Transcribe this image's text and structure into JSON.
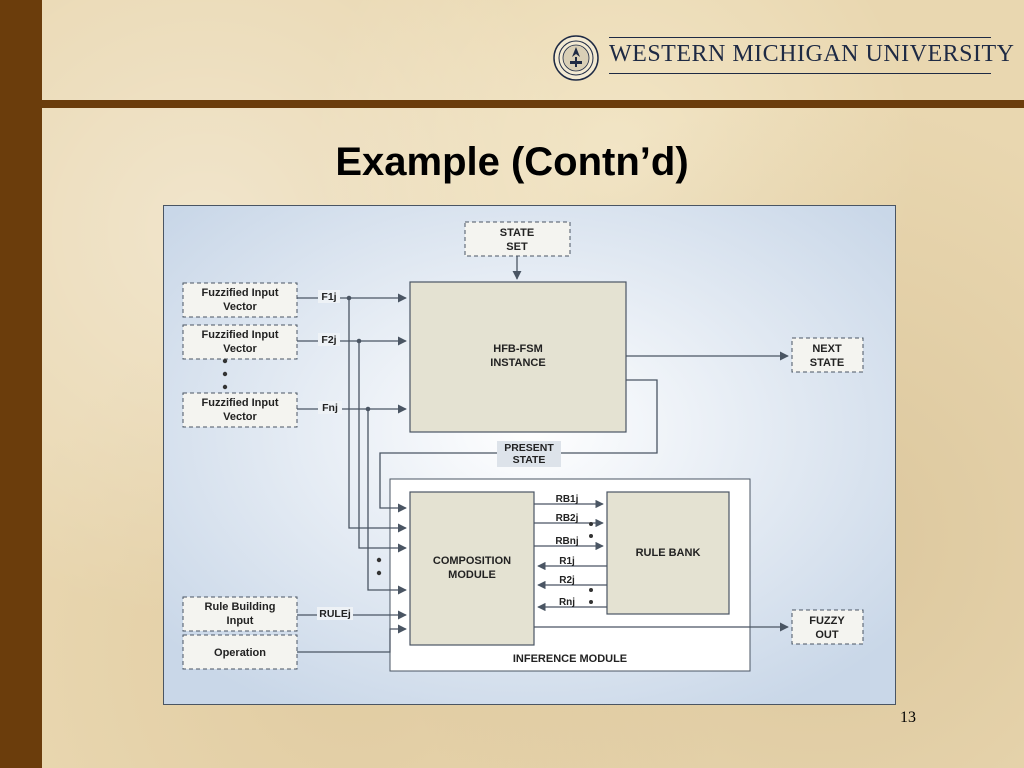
{
  "header": {
    "university_name": "WESTERN MICHIGAN UNIVERSITY",
    "seal_icon": "university-seal-icon"
  },
  "slide": {
    "title": "Example (Contn’d)",
    "page_number": "13"
  },
  "diagram": {
    "inputs": {
      "fuzzified_1": [
        "Fuzzified Input",
        "Vector"
      ],
      "fuzzified_2": [
        "Fuzzified Input",
        "Vector"
      ],
      "fuzzified_n": [
        "Fuzzified Input",
        "Vector"
      ],
      "rule_building": [
        "Rule Building",
        "Input"
      ],
      "operation": "Operation"
    },
    "state_set": [
      "STATE",
      "SET"
    ],
    "hfb_fsm": [
      "HFB-FSM",
      "INSTANCE"
    ],
    "next_state": [
      "NEXT",
      "STATE"
    ],
    "present_state": [
      "PRESENT",
      "STATE"
    ],
    "composition_module": [
      "COMPOSITION",
      "MODULE"
    ],
    "rule_bank": "RULE BANK",
    "inference_module": "INFERENCE MODULE",
    "fuzzy_out": [
      "FUZZY",
      "OUT"
    ],
    "signals": {
      "f1j": "F1j",
      "f2j": "F2j",
      "fnj": "Fnj",
      "rulej": "RULEj",
      "rb1j": "RB1j",
      "rb2j": "RB2j",
      "rbnj": "RBnj",
      "r1j": "R1j",
      "r2j": "R2j",
      "rnj": "Rnj"
    }
  },
  "colors": {
    "brown": "#6b3d0c",
    "module_fill": "#e4e2d2",
    "line": "#4a5563"
  }
}
